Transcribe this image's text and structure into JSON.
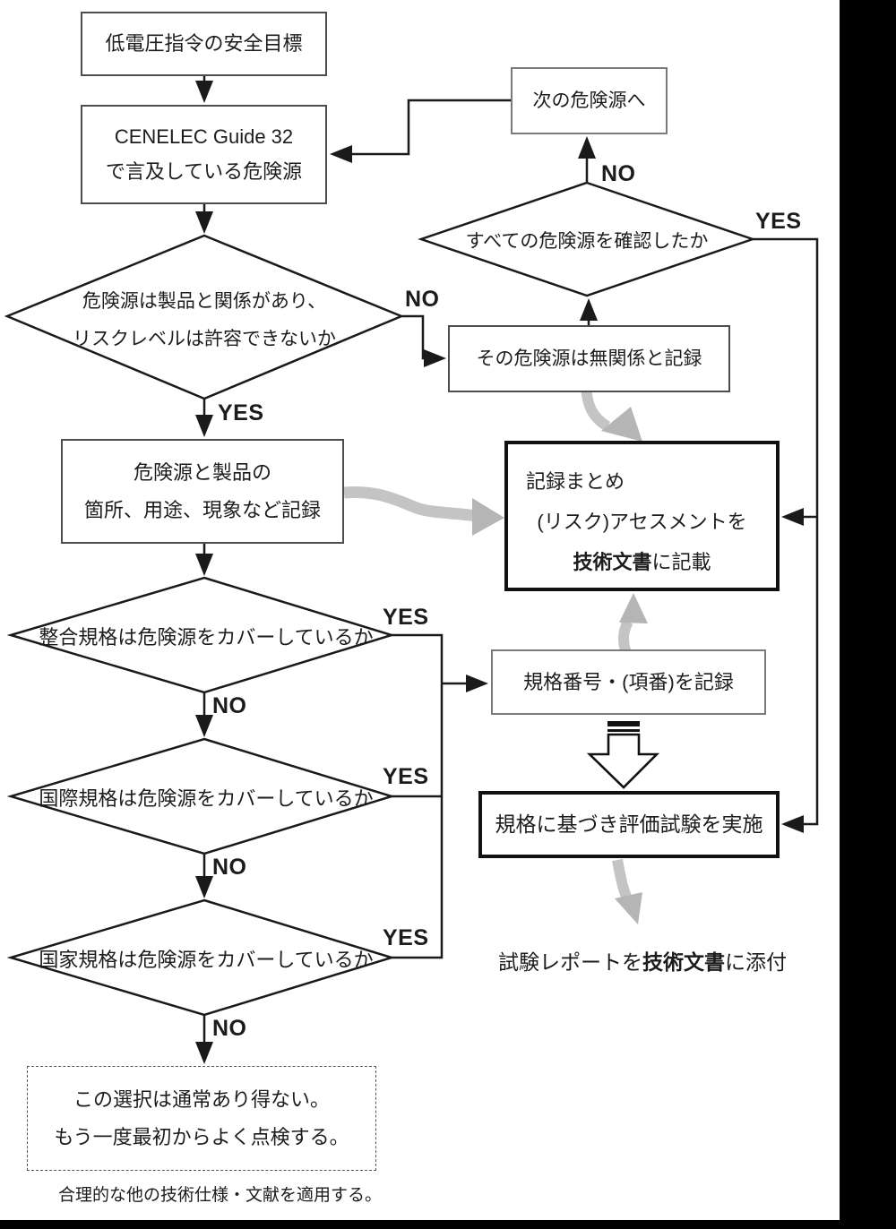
{
  "labels": {
    "yes": "YES",
    "no": "NO"
  },
  "nodes": {
    "start": {
      "text": "低電圧指令の安全目標"
    },
    "cenelec": {
      "line1": "CENELEC Guide 32",
      "line2": "で言及している危険源"
    },
    "next_hazard": {
      "text": "次の危険源へ"
    },
    "decision_all_checked": {
      "text": "すべての危険源を確認したか"
    },
    "decision_relevant": {
      "line1": "危険源は製品と関係があり、",
      "line2": "リスクレベルは許容できないか"
    },
    "record_irrelevant": {
      "text": "その危険源は無関係と記録"
    },
    "record_hazard": {
      "line1": "危険源と製品の",
      "line2": "箇所、用途、現象など記録"
    },
    "summary": {
      "line1": "記録まとめ",
      "line2": "(リスク)アセスメントを",
      "line3_bold": "技術文書",
      "line3_rest": "に記載"
    },
    "decision_harmonized": {
      "text": "整合規格は危険源をカバーしているか"
    },
    "decision_international": {
      "text": "国際規格は危険源をカバーしているか"
    },
    "decision_national": {
      "text": "国家規格は危険源をカバーしているか"
    },
    "record_standard": {
      "text": "規格番号・(項番)を記録"
    },
    "run_test": {
      "text": "規格に基づき評価試験を実施"
    },
    "attach_report": {
      "pre": "試験レポートを",
      "bold": "技術文書",
      "post": "に添付"
    },
    "unusual": {
      "line1": "この選択は通常あり得ない。",
      "line2": "もう一度最初からよく点検する。"
    },
    "footnote": {
      "text": "合理的な他の技術仕様・文献を適用する。"
    }
  },
  "colors": {
    "line": "#1a1a1a",
    "gray_arrow": "#c4c4c4",
    "gray_arrow_head": "#b5b5b5"
  }
}
